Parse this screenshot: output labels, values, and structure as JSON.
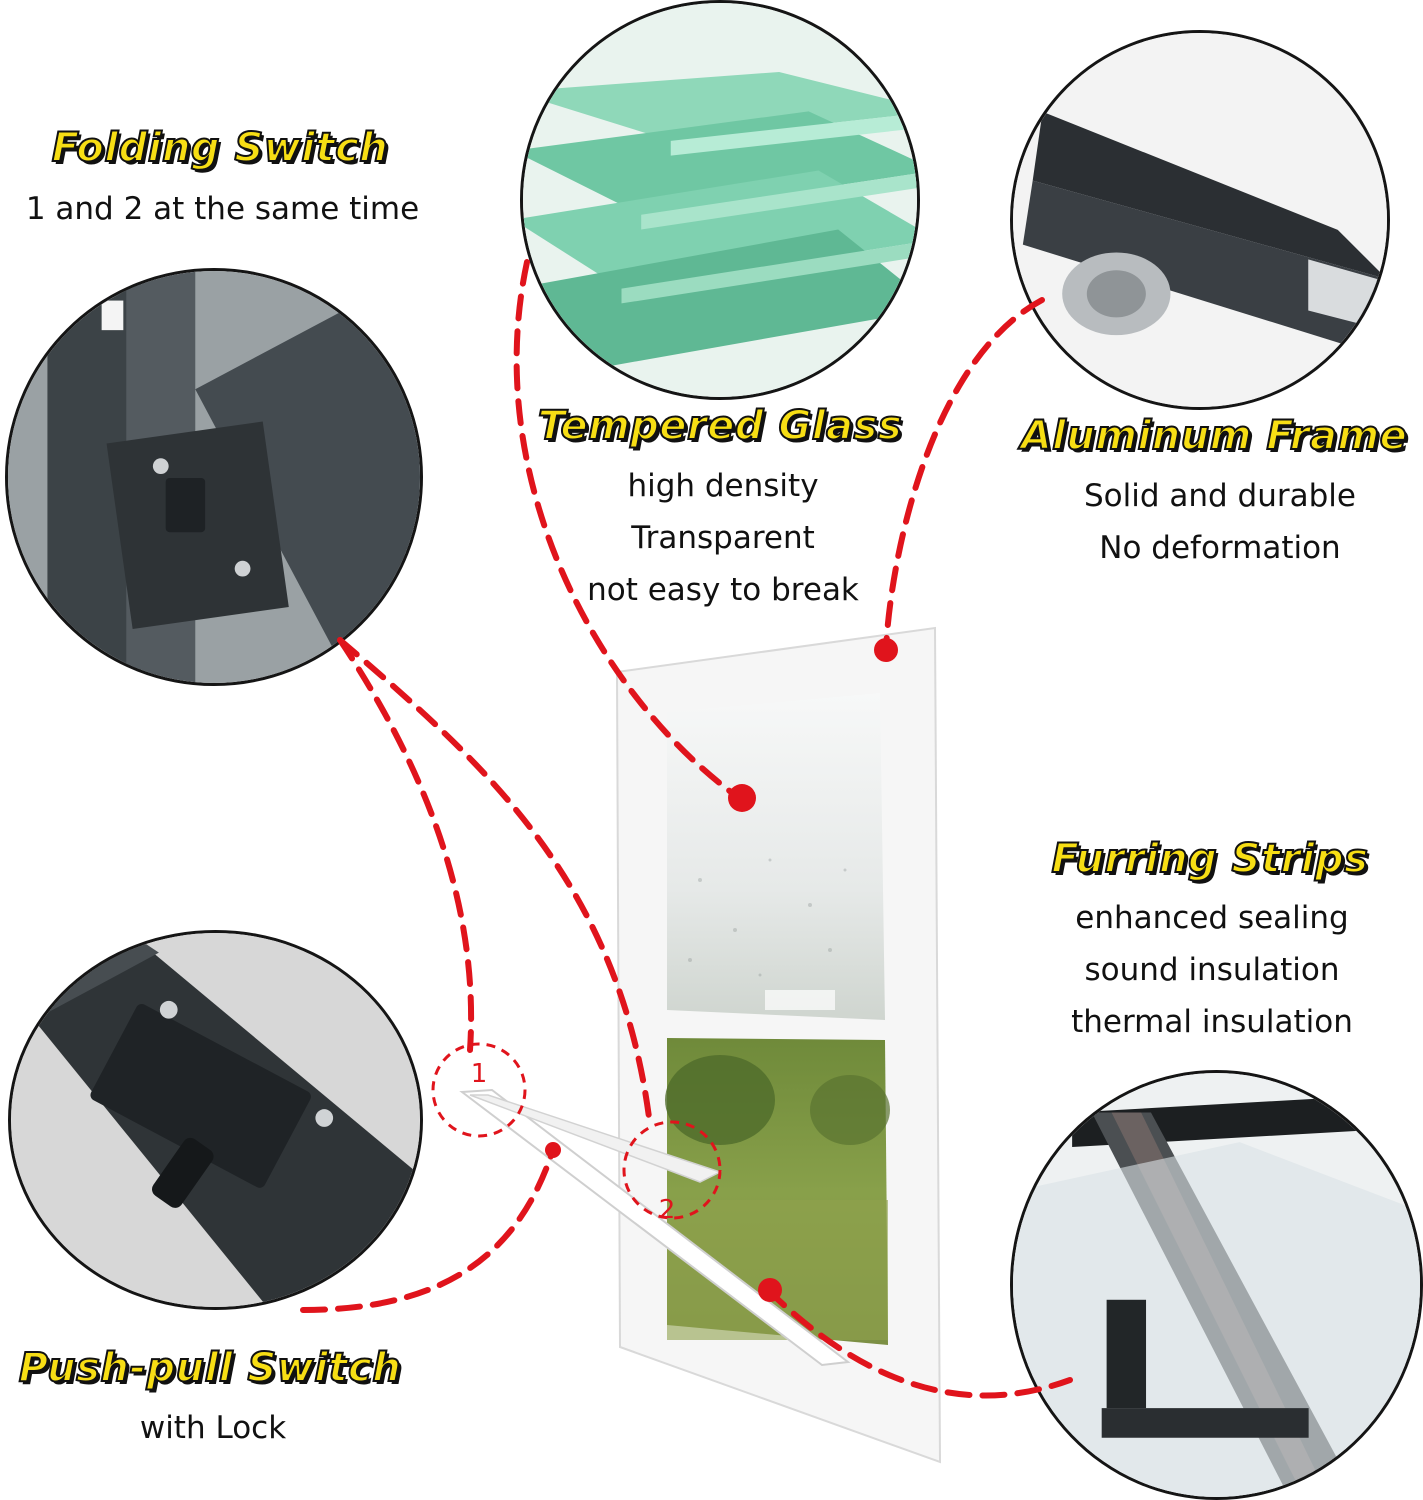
{
  "callouts": {
    "folding_switch": {
      "title": "Folding Switch",
      "lines": [
        "1 and 2 at the same time"
      ]
    },
    "tempered_glass": {
      "title": "Tempered Glass",
      "lines": [
        "high density",
        "Transparent",
        "not easy to break"
      ]
    },
    "aluminum_frame": {
      "title": "Aluminum Frame",
      "lines": [
        "Solid and durable",
        "No deformation"
      ]
    },
    "furring_strips": {
      "title": "Furring Strips",
      "lines": [
        "enhanced sealing",
        "sound insulation",
        "thermal insulation"
      ]
    },
    "push_pull_switch": {
      "title": "Push-pull Switch",
      "lines": [
        "with Lock"
      ]
    }
  },
  "markers": {
    "one": "1",
    "two": "2"
  },
  "colors": {
    "title_fill": "#f7de14",
    "title_outline": "#111111",
    "leader_line": "#e0141c",
    "frame": "#f4f4f4",
    "glass_green": "#7fd1b0",
    "aluminum_dark": "#2b2f33"
  },
  "icons": {
    "folding_switch_detail": "folding-switch-closeup-image",
    "tempered_glass_detail": "glass-layers-closeup-image",
    "aluminum_frame_detail": "aluminum-profile-closeup-image",
    "push_pull_detail": "push-pull-lock-closeup-image",
    "furring_strip_detail": "furring-strip-closeup-image"
  }
}
